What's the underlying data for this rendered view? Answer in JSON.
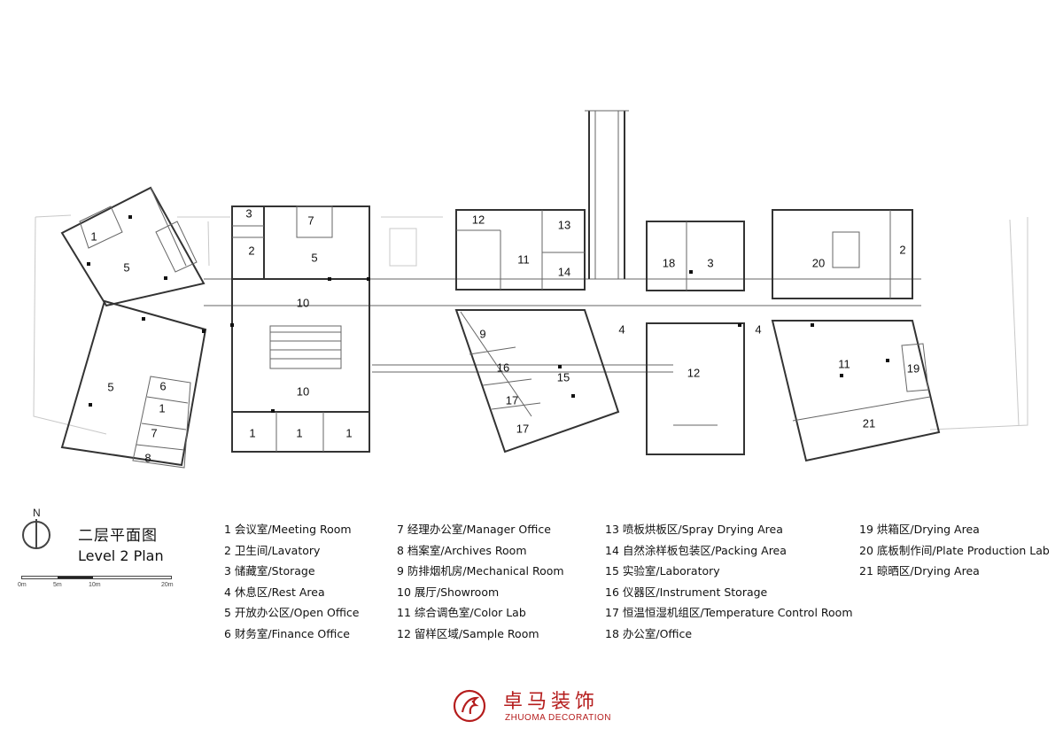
{
  "title": {
    "cn": "二层平面图",
    "en": "Level 2 Plan"
  },
  "north_label": "N",
  "scale": {
    "labels": [
      "0m",
      "5m",
      "10m",
      "20m"
    ]
  },
  "room_numbers": [
    "1",
    "5",
    "3",
    "2",
    "7",
    "5",
    "10",
    "10",
    "1",
    "1",
    "1",
    "5",
    "6",
    "1",
    "7",
    "8",
    "12",
    "11",
    "13",
    "14",
    "9",
    "16",
    "15",
    "17",
    "17",
    "18",
    "3",
    "4",
    "12",
    "4",
    "20",
    "2",
    "11",
    "19",
    "21"
  ],
  "legend": [
    [
      "1 会议室/Meeting Room",
      "2 卫生间/Lavatory",
      "3 储藏室/Storage",
      "4 休息区/Rest Area",
      "5 开放办公区/Open Office",
      "6 财务室/Finance Office"
    ],
    [
      "7 经理办公室/Manager Office",
      "8 档案室/Archives Room",
      "9 防排烟机房/Mechanical Room",
      "10 展厅/Showroom",
      "11 综合调色室/Color Lab",
      "12 留样区域/Sample Room"
    ],
    [
      "13 喷板烘板区/Spray Drying Area",
      "14 自然涂样板包装区/Packing Area",
      "15 实验室/Laboratory",
      "16 仪器区/Instrument Storage",
      "17 恒温恒湿机组区/Temperature Control Room",
      "18 办公室/Office"
    ],
    [
      "19 烘箱区/Drying Area",
      "20 底板制作间/Plate Production Lab",
      "21 晾晒区/Drying Area"
    ]
  ],
  "logo": {
    "cn": "卓马装饰",
    "en": "ZHUOMA DECORATION",
    "color": "#b51d1d"
  }
}
